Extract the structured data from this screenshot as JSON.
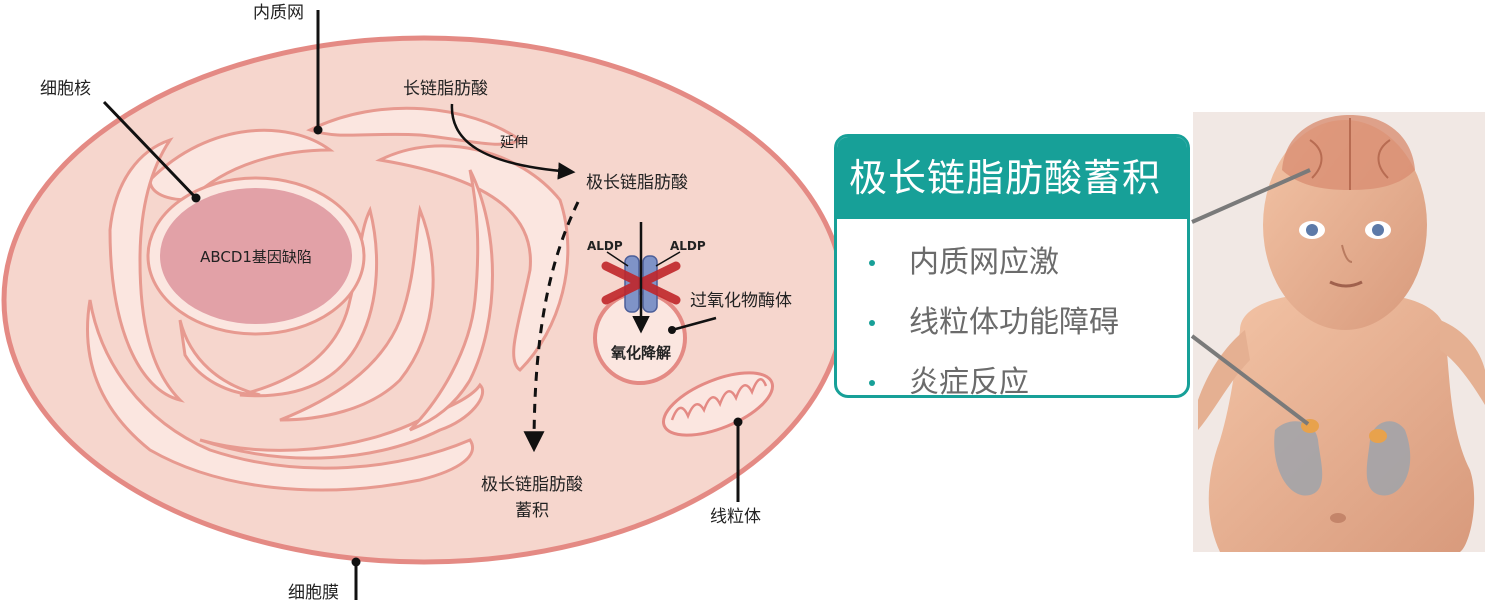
{
  "cell": {
    "nucleus_text": "ABCD1基因缺陷",
    "label_er": "内质网",
    "label_nucleus": "细胞核",
    "label_lcfa": "长链脂肪酸",
    "label_elongation": "延伸",
    "label_vlcfa": "极长链脂肪酸",
    "label_aldp_left": "ALDP",
    "label_aldp_right": "ALDP",
    "label_peroxisome": "过氧化物酶体",
    "label_oxidation": "氧化降解",
    "label_accum_line1": "极长链脂肪酸",
    "label_accum_line2": "蓄积",
    "label_mito": "线粒体",
    "label_membrane": "细胞膜"
  },
  "panel": {
    "title": "极长链脂肪酸蓄积",
    "items": [
      {
        "label": "内质网应激"
      },
      {
        "label": "线粒体功能障碍"
      },
      {
        "label": "炎症反应"
      }
    ]
  },
  "colors": {
    "accent": "#17a098",
    "cell_fill": "#f6d6cd",
    "cell_stroke": "#e48a84",
    "nucleus_fill": "#e2a1a7",
    "cross": "#c0262a",
    "aldp": "#7f93c7"
  }
}
